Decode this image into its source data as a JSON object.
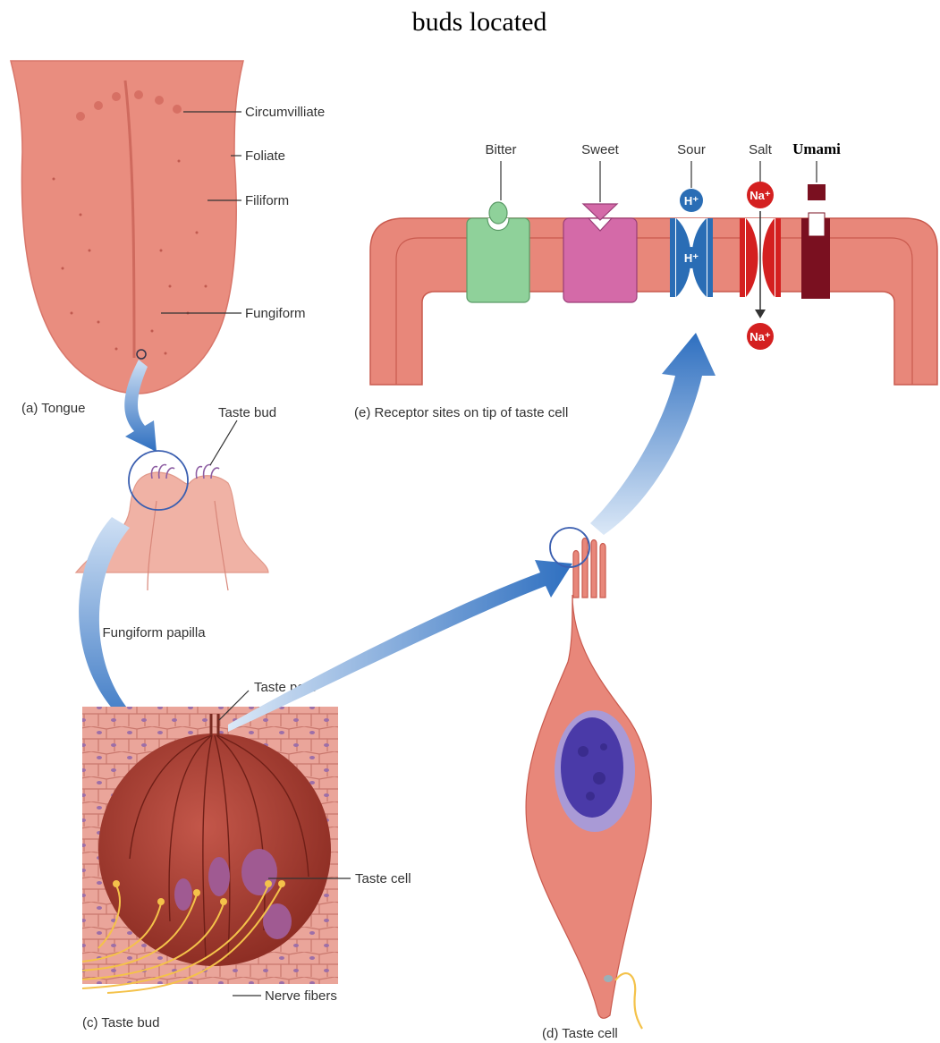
{
  "heading": "buds located",
  "tongue": {
    "caption": "(a) Tongue",
    "papillae": [
      "Circumvilliate",
      "Foliate",
      "Filiform",
      "Fungiform"
    ]
  },
  "papilla": {
    "caption": "(b) Fungiform papilla",
    "label": "Taste bud"
  },
  "bud": {
    "caption": "(c) Taste bud",
    "pore_label": "Taste pore",
    "cell_label": "Taste cell",
    "nerve_label": "Nerve fibers"
  },
  "cell": {
    "caption": "(d) Taste cell"
  },
  "receptors": {
    "caption": "(e) Receptor sites on tip of taste cell",
    "tastes": [
      "Bitter",
      "Sweet",
      "Sour",
      "Salt",
      "Umami"
    ],
    "ions": {
      "hydrogen": "H⁺",
      "sodium": "Na⁺"
    }
  },
  "colors": {
    "tissue": "#e8877a",
    "tissue_dark": "#c95a4e",
    "bitter_receptor": "#8fd19a",
    "sweet_receptor": "#d46aa8",
    "sour_ion": "#2a6db5",
    "salt_ion": "#d42020",
    "umami_receptor": "#7a1020",
    "arrow": "#2e6fc0"
  }
}
